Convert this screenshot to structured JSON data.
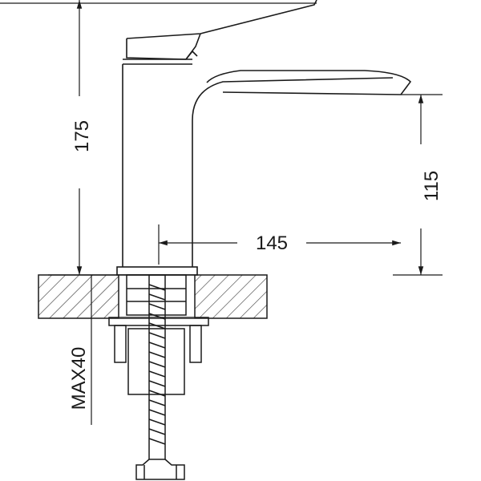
{
  "dimensions": {
    "height_total": "175",
    "spout_height": "115",
    "spout_reach": "145",
    "max_thickness": "MAX40"
  },
  "colors": {
    "line": "#1a1a1a",
    "hatch": "#333333",
    "background": "#ffffff"
  }
}
